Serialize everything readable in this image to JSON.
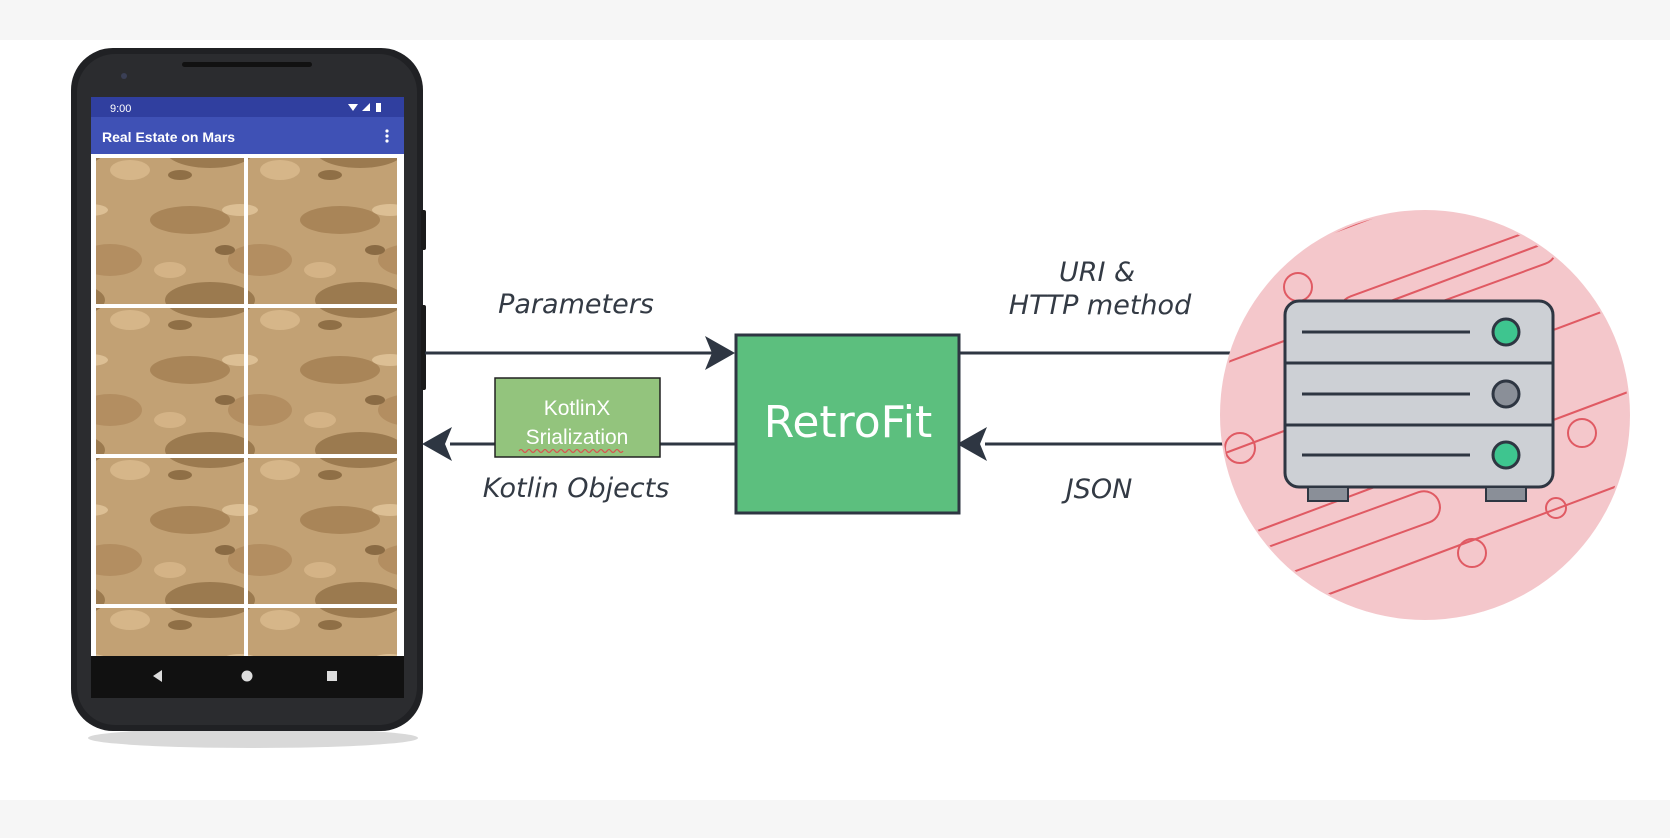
{
  "phone": {
    "time": "9:00",
    "app_title": "Real Estate on Mars",
    "grid_tile_count": 8
  },
  "labels": {
    "parameters": "Parameters",
    "kotlin_objects": "Kotlin Objects",
    "uri_line1": "URI &",
    "uri_line2": "HTTP method",
    "json": "JSON"
  },
  "retrofit": {
    "label": "RetroFit"
  },
  "serialization": {
    "line1": "KotlinX",
    "line2": "Srialization"
  },
  "colors": {
    "app_bar": "#3f51b5",
    "retrofit_green": "#5cbf7e",
    "serialization_green": "#93c47d",
    "server_circle": "#f4c7cb",
    "server_lines": "#e05a63",
    "arrow": "#2e3642",
    "server_led_green": "#3ec58f"
  }
}
